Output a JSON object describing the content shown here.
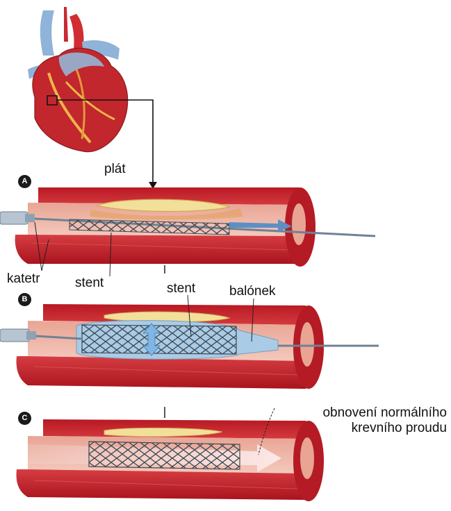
{
  "panels": [
    {
      "marker": "A"
    },
    {
      "marker": "B"
    },
    {
      "marker": "C"
    }
  ],
  "labels": {
    "plaque": "plát",
    "catheter": "katetr",
    "stent_a": "stent",
    "stent_b": "stent",
    "balloon": "balónek",
    "restored_flow_line1": "obnovení normálního",
    "restored_flow_line2": "krevního proudu"
  },
  "colors": {
    "vessel_wall": "#c8202a",
    "vessel_inner": "#e8837a",
    "plaque": "#f2df9a",
    "stent": "#4a5560",
    "balloon": "#a9cbe6",
    "catheter": "#8fa2b4"
  }
}
